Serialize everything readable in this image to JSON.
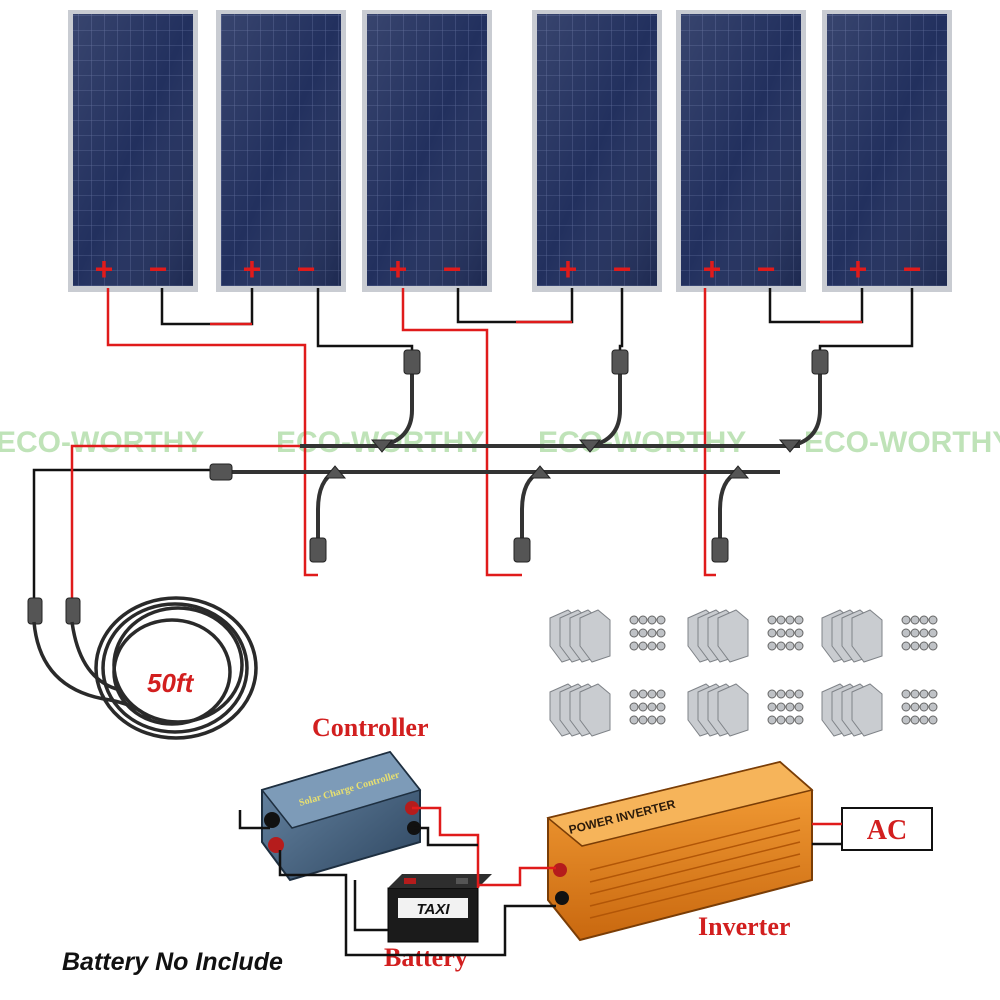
{
  "colors": {
    "panel_fill": "#1f2a55",
    "panel_frame": "#c9ccd2",
    "positive_wire": "#e01b1b",
    "negative_wire": "#111111",
    "label_red": "#d21f1f",
    "inverter_orange": "#e8891a",
    "controller_blue": "#3f5a78",
    "watermark": "#b8e0b0"
  },
  "panels": [
    {
      "plus": "+",
      "minus": "−"
    },
    {
      "plus": "+",
      "minus": "−"
    },
    {
      "plus": "+",
      "minus": "−"
    },
    {
      "plus": "+",
      "minus": "−"
    },
    {
      "plus": "+",
      "minus": "−"
    },
    {
      "plus": "+",
      "minus": "−"
    }
  ],
  "watermarks": [
    "ECO-WORTHY",
    "ECO-WORTHY",
    "ECO-WORTHY",
    "ECO-WORTHY"
  ],
  "cable": {
    "length_label": "50ft"
  },
  "mount_kits": {
    "count": 6
  },
  "components": {
    "controller_label": "Controller",
    "controller_text": "Solar Charge Controller",
    "inverter_label": "Inverter",
    "inverter_text": "POWER INVERTER",
    "battery_label": "Battery",
    "battery_brand": "TAXI",
    "ac_label": "AC"
  },
  "note": "Battery No Include"
}
